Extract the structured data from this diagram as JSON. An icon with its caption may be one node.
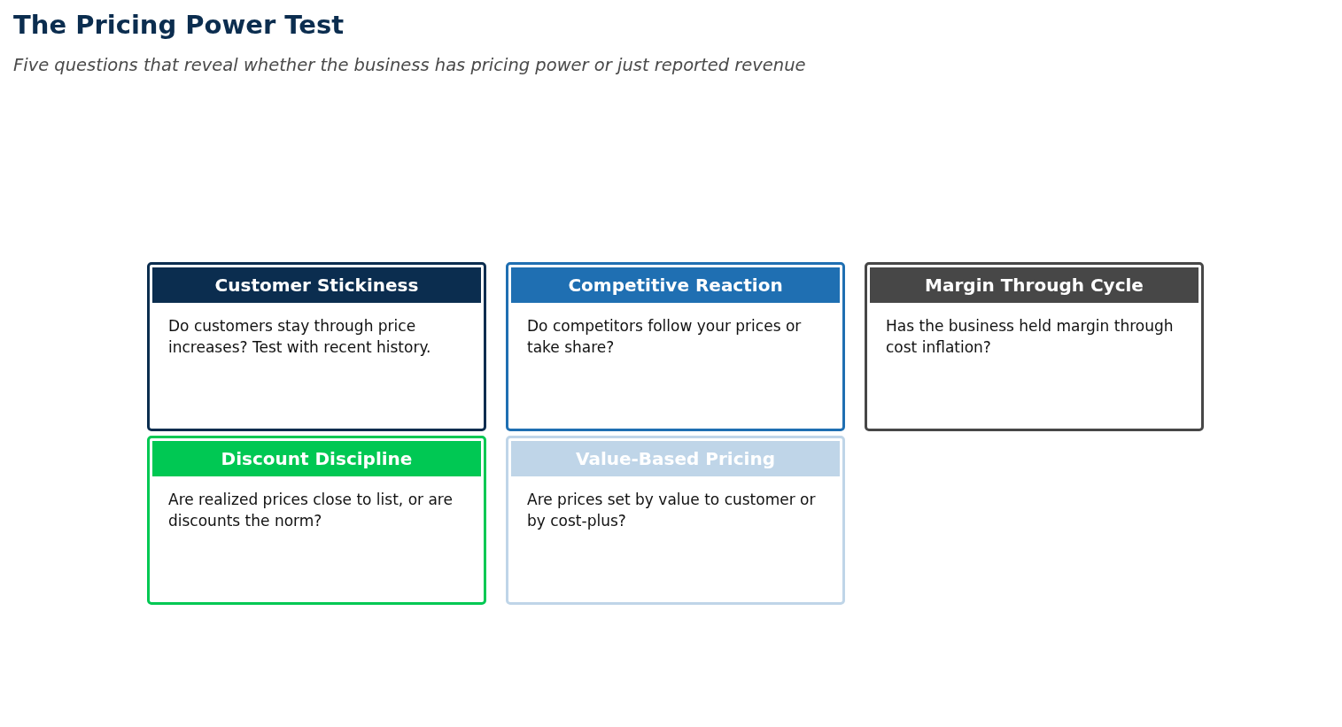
{
  "diagram": {
    "title": "The Pricing Power Test",
    "caption": "Five questions that reveal whether the business has pricing power or just reported revenue",
    "nodes": [
      {
        "text": [
          "Customer Stickiness",
          "Do customers stay through price increases? Test with recent history."
        ]
      },
      {
        "text": [
          "Competitive Reaction",
          "Do competitors follow your prices or take share?"
        ]
      },
      {
        "text": [
          "Margin Through Cycle",
          "Has the business held margin through cost inflation?"
        ]
      },
      {
        "text": [
          "Discount Discipline",
          "Are realized prices close to list, or are discounts the norm?"
        ]
      },
      {
        "text": [
          "Value-Based Pricing",
          "Are prices set by value to customer or by cost-plus?"
        ]
      }
    ]
  }
}
